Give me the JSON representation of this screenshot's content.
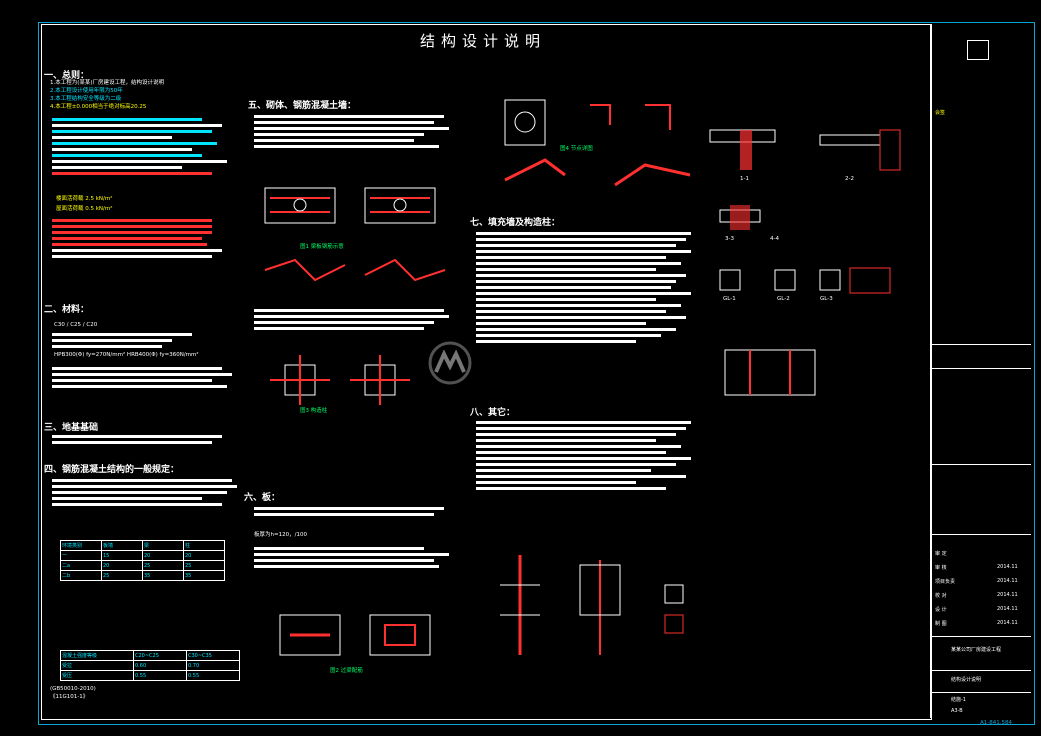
{
  "header": {
    "title": "结构设计说明",
    "sheet_code": "A1-841.584",
    "stamp_label": "会签"
  },
  "sections": [
    {
      "id": "s1",
      "label": "一、总则："
    },
    {
      "id": "s2",
      "label": "二、材料："
    },
    {
      "id": "s3",
      "label": "三、地基基础"
    },
    {
      "id": "s4",
      "label": "四、钢筋混凝土结构的一般规定："
    },
    {
      "id": "s5",
      "label": "五、砌体、钢筋混凝土墙："
    },
    {
      "id": "s6",
      "label": "六、板："
    },
    {
      "id": "s7",
      "label": "七、填充墙及构造柱："
    },
    {
      "id": "s8",
      "label": "八、其它："
    }
  ],
  "notes": {
    "n1": "1.本工程为(某某)厂房建设工程，结构设计说明",
    "n2": "2.本工程设计使用年限为50年",
    "n3": "3.本工程结构安全等级为二级",
    "n4": "4.本工程±0.000相当于绝对标高20.25",
    "load1": "楼面活荷载 2.5 kN/m²",
    "load2": "屋面活荷载 0.5 kN/m²",
    "conc": "C30 / C25 / C20",
    "steel": "HPB300(Φ) fy=270N/mm²  HRB400(Φ) fy=360N/mm²",
    "code_ref": "(GB50010-2010)",
    "code_ref2": "《11G101-1》",
    "slab_thk": "板厚为h=120，/100"
  },
  "cover_table": {
    "headers": [
      "环境类别",
      "板墙",
      "梁",
      "柱"
    ],
    "rows": [
      [
        "一",
        "15",
        "20",
        "20"
      ],
      [
        "二a",
        "20",
        "25",
        "25"
      ],
      [
        "二b",
        "25",
        "35",
        "35"
      ]
    ]
  },
  "lap_table": {
    "headers": [
      "混凝土强度等级",
      "C20~C25",
      "C30~C35"
    ],
    "rows": [
      [
        "受拉",
        "0.60",
        "0.70"
      ],
      [
        "受压",
        "0.55",
        "0.55"
      ]
    ]
  },
  "figures": [
    {
      "id": "f1",
      "label": "图1  梁板钢筋示意"
    },
    {
      "id": "f2",
      "label": "图2  过梁配筋"
    },
    {
      "id": "f3",
      "label": "图3  构造柱"
    },
    {
      "id": "f4",
      "label": "图4  节点详图"
    }
  ],
  "sections_marks": [
    "1-1",
    "2-2",
    "3-3",
    "4-4",
    "GL-1",
    "GL-2",
    "GL-3"
  ],
  "title_block": {
    "rows": [
      {
        "k": "审 定",
        "v": ""
      },
      {
        "k": "审 核",
        "v": "2014.11"
      },
      {
        "k": "项目负责",
        "v": "2014.11"
      },
      {
        "k": "校 对",
        "v": "2014.11"
      },
      {
        "k": "设 计",
        "v": "2014.11"
      },
      {
        "k": "制 图",
        "v": "2014.11"
      }
    ],
    "project": "某某公司厂房建设工程",
    "drawing": "结构设计说明",
    "drawing_no": "结施-1",
    "scale": "A3-B"
  },
  "colors": {
    "frame": "#0aa6d6",
    "text": "#ffffff",
    "accent": "#ff3030",
    "note": "#ffff00",
    "dim": "#00e5ff"
  }
}
